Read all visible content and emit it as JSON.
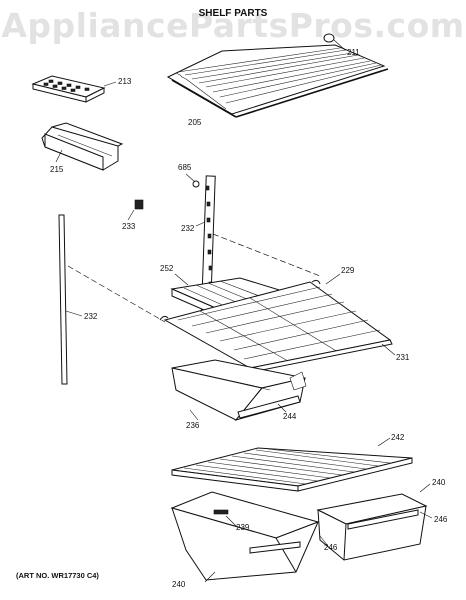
{
  "header": {
    "watermark": "AppliancePartsPros.com",
    "title": "SHELF PARTS"
  },
  "callouts": [
    {
      "id": "p211",
      "label": "211"
    },
    {
      "id": "p213",
      "label": "213"
    },
    {
      "id": "p205",
      "label": "205"
    },
    {
      "id": "p215",
      "label": "215"
    },
    {
      "id": "p685",
      "label": "685"
    },
    {
      "id": "p233",
      "label": "233"
    },
    {
      "id": "p232a",
      "label": "232"
    },
    {
      "id": "p252",
      "label": "252"
    },
    {
      "id": "p229",
      "label": "229"
    },
    {
      "id": "p232b",
      "label": "232"
    },
    {
      "id": "p231",
      "label": "231"
    },
    {
      "id": "p244",
      "label": "244"
    },
    {
      "id": "p236",
      "label": "236"
    },
    {
      "id": "p242",
      "label": "242"
    },
    {
      "id": "p240a",
      "label": "240"
    },
    {
      "id": "p246a",
      "label": "246"
    },
    {
      "id": "p239",
      "label": "239"
    },
    {
      "id": "p246b",
      "label": "246"
    },
    {
      "id": "p240b",
      "label": "240"
    }
  ],
  "footer": {
    "art_no": "(ART NO. WR17730 C4)"
  }
}
